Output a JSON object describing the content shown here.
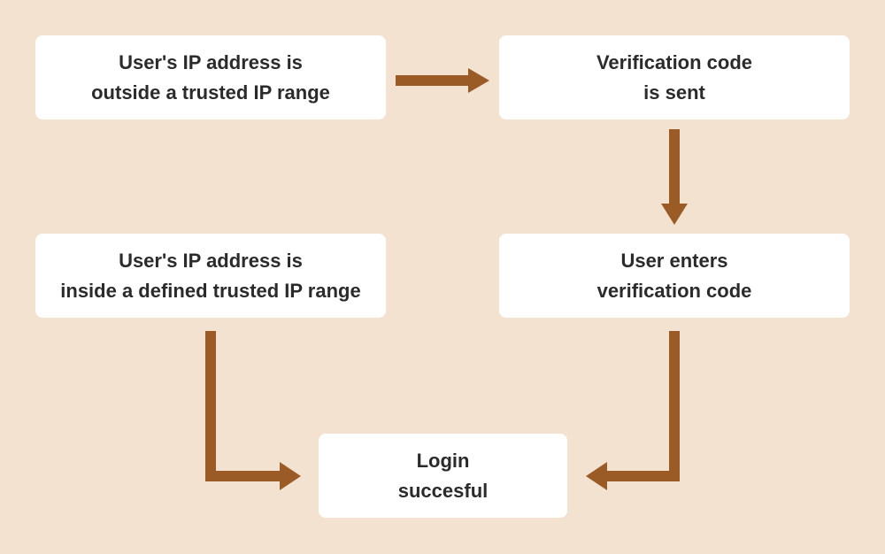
{
  "accent_color": "#9a5b27",
  "background_color": "#f2e2cf",
  "nodes": {
    "outside": {
      "line1": "User's IP address is",
      "line2": "outside a trusted IP range"
    },
    "sent": {
      "line1": "Verification code",
      "line2": "is sent"
    },
    "inside": {
      "line1": "User's IP address is",
      "line2": "inside a defined trusted IP range"
    },
    "enters": {
      "line1": "User enters",
      "line2": "verification code"
    },
    "login": {
      "line1": "Login",
      "line2": "succesful"
    }
  }
}
